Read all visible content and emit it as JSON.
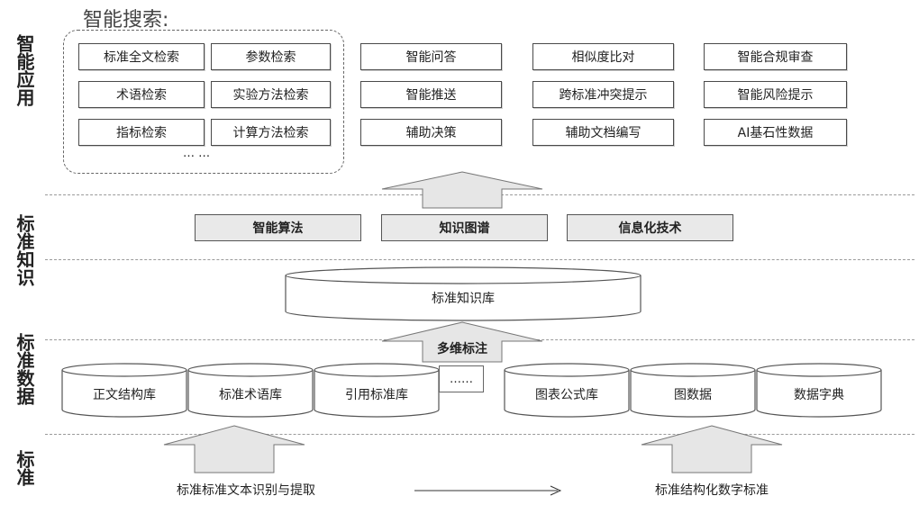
{
  "side_labels": {
    "apps": "智能应用",
    "knowledge": "标准知识",
    "data": "标准数据",
    "standard": "标准"
  },
  "search_group": {
    "title": "智能搜索:",
    "items": [
      "标准全文检索",
      "参数检索",
      "术语检索",
      "实验方法检索",
      "指标检索",
      "计算方法检索"
    ],
    "more": "… …"
  },
  "apps": {
    "col1": [
      "智能问答",
      "智能推送",
      "辅助决策"
    ],
    "col2": [
      "相似度比对",
      "跨标准冲突提示",
      "辅助文档编写"
    ],
    "col3": [
      "智能合规审查",
      "智能风险提示",
      "AI基石性数据"
    ]
  },
  "tech": [
    "智能算法",
    "知识图谱",
    "信息化技术"
  ],
  "knowledge_base": "标准知识库",
  "annotation_arrow": "多维标注",
  "databases": [
    "正文结构库",
    "标准术语库",
    "引用标准库",
    "图表公式库",
    "图数据",
    "数据字典"
  ],
  "databases_more": "……",
  "bottom": {
    "left": "标准标准文本识别与提取",
    "right": "标准结构化数字标准"
  }
}
